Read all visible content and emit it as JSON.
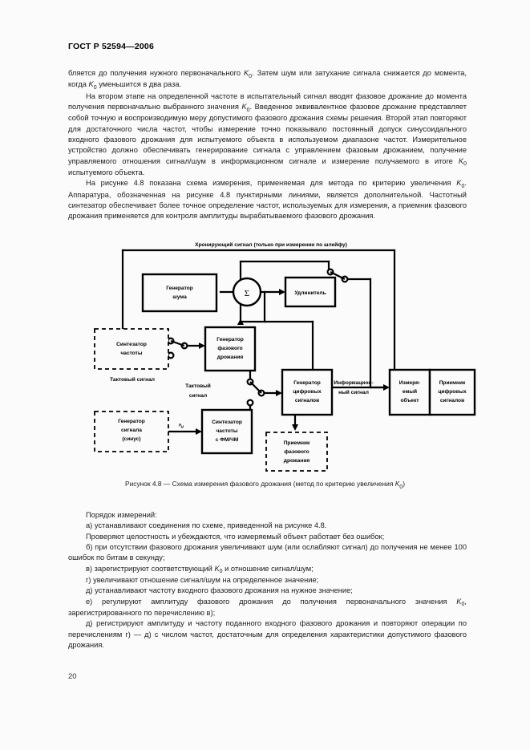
{
  "document": {
    "standard_header": "ГОСТ Р 52594—2006",
    "page_number": "20"
  },
  "body_top": {
    "lines": [
      "бляется до получения нужного первоначального K0. Затем шум или затухание сигнала снижается до момента, когда K0 уменьшится в два раза.",
      "На втором этапе на определенной частоте в испытательный сигнал вводят фазовое дрожание до момента получения первоначально выбранного значения K0. Введенное эквивалентное фазовое дрожание представляет собой точную и воспроизводимую меру допустимого фазового дрожания схемы решения. Второй этап повторяют для достаточного числа частот, чтобы измерение точно показывало постоянный допуск синусоидального входного фазового дрожания для испытуемого объекта в используемом диапазоне частот. Измерительное устройство должно обеспечивать генерирование сигнала с управлением фазовым дрожанием, получение управляемого отношения сигнал/шум в информационном сигнале и измерение получаемого в итоге K0 испытуемого объекта.",
      "На рисунке 4.8 показана схема измерения, применяемая для метода по критерию увеличения K0. Аппаратура, обозначенная на рисунке 4.8 пунктирными линиями, является дополнительной. Частотный синтезатор обеспечивает более точное определение частот, используемых для измерения, а приемник фазового дрожания применяется для контроля амплитуды вырабатываемого фазового дрожания."
    ],
    "p1_a": "бляется до получения нужного первоначального ",
    "p1_b": ". Затем шум или затухание сигнала снижается до момента, когда ",
    "p1_c": " уменьшится в два раза.",
    "p2_a": "На втором этапе на определенной частоте в испытательный сигнал вводят фазовое дрожание до момента получения первоначально выбранного значения ",
    "p2_b": ". Введенное эквивалентное фазовое дрожание представляет собой точную и воспроизводимую меру допустимого фазового дрожания схемы решения. Второй этап повторяют для достаточного числа частот, чтобы измерение точно показывало постоянный допуск синусоидального входного фазового дрожания для испытуемого объекта в используемом диапазоне частот. Измерительное устройство должно обеспечивать генерирование сигнала с управлением фазовым дрожанием, получение управляемого отношения сигнал/шум в информационном сигнале и измерение получаемого в итоге ",
    "p2_c": " испытуемого объекта.",
    "p3_a": "На рисунке 4.8 показана схема измерения, применяемая для метода по критерию увеличения ",
    "p3_b": ". Аппаратура, обозначенная на рисунке 4.8 пунктирными линиями, является дополнительной. Частотный синтезатор обеспечивает более точное определение частот, используемых для измерения, а приемник фазового дрожания применяется для контроля амплитуды вырабатываемого фазового дрожания.",
    "symbol_k": "K",
    "symbol_k_sub": "0"
  },
  "figure": {
    "top_label": "Хронирующий сигнал (только при измерении по шлейфу)",
    "caption_a": "Рисунок 4.8 — Схема измерения фазового дрожания (метод по критерию увеличения ",
    "caption_k": "K",
    "caption_k_sub": "0",
    "caption_b": ")",
    "blocks": [
      {
        "id": "noise-generator",
        "lines": [
          "Генератор",
          "шума"
        ],
        "dashed": false
      },
      {
        "id": "summer",
        "lines": [
          "Σ"
        ],
        "dashed": false
      },
      {
        "id": "extender",
        "lines": [
          "Удлинитель"
        ],
        "dashed": false
      },
      {
        "id": "frequency-synthesizer",
        "lines": [
          "Синтезатор",
          "частоты"
        ],
        "dashed": true
      },
      {
        "id": "jitter-generator",
        "lines": [
          "Генератор",
          "фазового",
          "дрожания"
        ],
        "dashed": false
      },
      {
        "id": "digital-signal-generator",
        "lines": [
          "Генератор",
          "цифровых",
          "сигналов"
        ],
        "dashed": false
      },
      {
        "id": "measured-object",
        "lines": [
          "Измеря-",
          "емый",
          "объект"
        ],
        "dashed": false
      },
      {
        "id": "digital-signal-receiver",
        "lines": [
          "Приемник",
          "цифровых",
          "сигналов"
        ],
        "dashed": false
      },
      {
        "id": "signal-generator-sine",
        "lines": [
          "Генератор",
          "сигнала",
          "(синус)"
        ],
        "dashed": true
      },
      {
        "id": "fm-pm-synthesizer",
        "lines": [
          "Синтезатор",
          "частоты",
          "с ФМ/ЧМ"
        ],
        "dashed": false
      },
      {
        "id": "jitter-receiver",
        "lines": [
          "Приемник",
          "фазового",
          "дрожания"
        ],
        "dashed": true
      }
    ],
    "labels": [
      {
        "id": "clock-signal-1",
        "text": "Тактовый сигнал"
      },
      {
        "id": "clock-signal-2-line1",
        "text": "Тактовый"
      },
      {
        "id": "clock-signal-2-line2",
        "text": "сигнал"
      },
      {
        "id": "info-signal-line1",
        "text": "Информацион-"
      },
      {
        "id": "info-signal-line2",
        "text": "ный сигнал"
      },
      {
        "id": "sine-wave-symbol",
        "text": "∿"
      }
    ]
  },
  "procedure": {
    "title": "Порядок измерений:",
    "items": [
      "а)  устанавливают соединения по схеме, приведенной на рисунке 4.8.",
      "Проверяют целостность и убеждаются, что измеряемый объект работает без ошибок;",
      "б)  при отсутствии фазового дрожания увеличивают шум (или ослабляют сигнал) до получения не менее 100 ошибок по битам в секунду;",
      "в)  зарегистрируют соответствующий K0 и отношение сигнал/шум;",
      "г)  увеличивают отношение сигнал/шум на определенное значение;",
      "д)  устанавливают частоту входного фазового дрожания на нужное значение;",
      "е)  регулируют амплитуду фазового дрожания до получения первоначального значения K0, зарегистрированного по перечислению в);",
      "д)  регистрируют амплитуду и частоту поданного входного фазового дрожания и повторяют операции по перечислениям г) — д) с числом частот, достаточным для определения характеристики допустимого фазового дрожания."
    ],
    "item_a": "а)  устанавливают соединения по схеме, приведенной на рисунке 4.8.",
    "item_a2": "Проверяют целостность и убеждаются, что измеряемый объект работает без ошибок;",
    "item_b": "б)  при отсутствии фазового дрожания увеличивают шум (или ослабляют сигнал) до получения не менее 100 ошибок по битам в секунду;",
    "item_v_a": "в)  зарегистрируют соответствующий ",
    "item_v_b": " и отношение сигнал/шум;",
    "item_g": "г)  увеличивают отношение сигнал/шум на определенное значение;",
    "item_d": "д)  устанавливают частоту входного фазового дрожания на нужное значение;",
    "item_e_a": "е)  регулируют амплитуду фазового дрожания до получения первоначального значения ",
    "item_e_b": ", зарегистрированного по перечислению в);",
    "item_d2": "д)  регистрируют амплитуду и частоту поданного входного фазового дрожания и повторяют операции по перечислениям г) — д) с числом частот, достаточным для определения характеристики допустимого фазового дрожания."
  }
}
